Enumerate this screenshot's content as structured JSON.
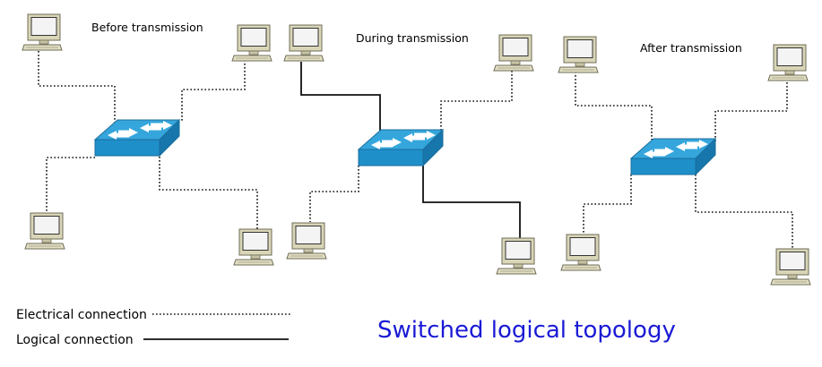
{
  "stages": [
    {
      "label": "Before transmission"
    },
    {
      "label": "During transmission"
    },
    {
      "label": "After transmission"
    }
  ],
  "legend": {
    "electrical": "Electrical connection",
    "logical": "Logical connection"
  },
  "title": "Switched logical topology",
  "colors": {
    "title": "#1a1ad6",
    "switch_top": "#35a6dc",
    "switch_front": "#1f8fc9",
    "switch_side": "#1776ab",
    "computer_body": "#d9d6b8",
    "computer_screen": "#f4f4f4"
  },
  "icons": [
    "computer-icon",
    "switch-icon"
  ]
}
